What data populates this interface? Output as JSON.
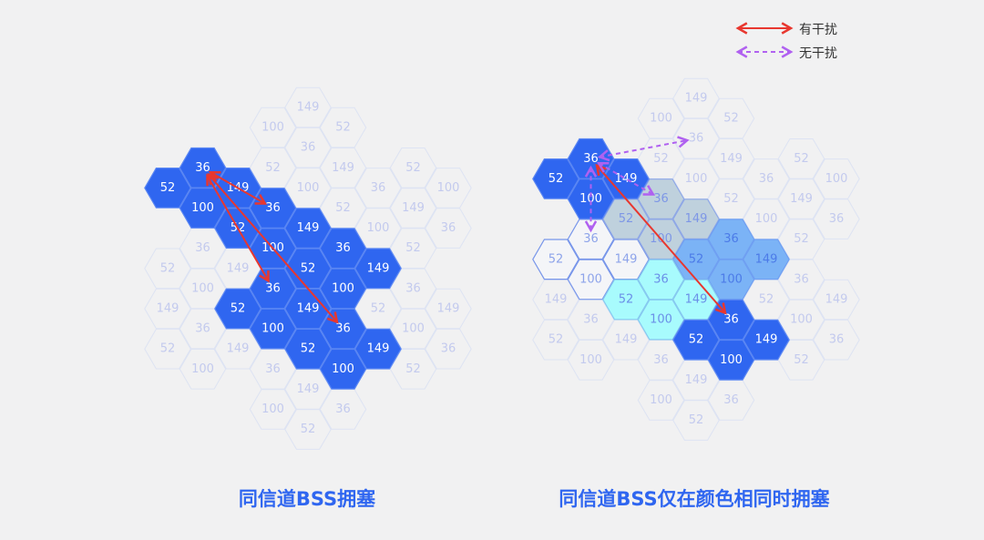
{
  "legend": {
    "interference": {
      "label": "有干扰",
      "color": "#e8372f"
    },
    "no_interference": {
      "label": "无干扰",
      "color": "#b061f0"
    }
  },
  "colors": {
    "b": {
      "fill": "#2f66f0",
      "stroke": "#5a86f3",
      "text": "#ffffff"
    },
    "f": {
      "fill": "none",
      "stroke": "#dde3f3",
      "text": "#c3caee"
    },
    "w": {
      "fill": "#f4f5f8",
      "stroke": "#7896ea",
      "text": "#8ea4ea"
    },
    "g": {
      "fill": "#bfd1dd",
      "stroke": "#8fa8e6",
      "text": "#7e97e6"
    },
    "l": {
      "fill": "#7bb3f6",
      "stroke": "#6f9ff2",
      "text": "#4c7be8"
    },
    "c": {
      "fill": "#a8fbfd",
      "stroke": "#86c9f0",
      "text": "#6b90e8"
    }
  },
  "grid_slots": [
    [
      4,
      8,
      10,
      12
    ],
    [
      3,
      5,
      7,
      9,
      11,
      13
    ],
    [
      4,
      6,
      8,
      10,
      12
    ],
    [
      1,
      3,
      5,
      7,
      9,
      11,
      13,
      15
    ],
    [
      0,
      2,
      4,
      6,
      8,
      10,
      12,
      14,
      16
    ],
    [
      1,
      3,
      5,
      7,
      9,
      11,
      13,
      15
    ],
    [
      4,
      6,
      8,
      10,
      12
    ],
    [
      3,
      5,
      7,
      9,
      11,
      13
    ],
    [
      4,
      6,
      10,
      12
    ]
  ],
  "channels": [
    [
      "52",
      "52",
      "149",
      "52"
    ],
    [
      "36",
      "100",
      "36",
      "100",
      "36",
      "100"
    ],
    [
      "149",
      "52",
      "149",
      "52",
      "149"
    ],
    [
      "100",
      "52",
      "36",
      "100",
      "36",
      "100",
      "36",
      "100"
    ],
    [
      "149",
      "36",
      "100",
      "149",
      "52",
      "149",
      "52",
      "149",
      "52"
    ],
    [
      "52",
      "149",
      "52",
      "36",
      "100",
      "36",
      "100",
      "36"
    ],
    [
      "36",
      "100",
      "149",
      "52",
      "149"
    ],
    [
      "52",
      "149",
      "52",
      "36",
      "100",
      "52"
    ],
    [
      "100",
      "36",
      "149",
      "36"
    ]
  ],
  "panels": [
    {
      "title": "同信道BSS拥塞",
      "states": [
        [
          "b",
          "f",
          "f",
          "f"
        ],
        [
          "b",
          "b",
          "f",
          "f",
          "f",
          "f"
        ],
        [
          "b",
          "b",
          "f",
          "b",
          "f"
        ],
        [
          "f",
          "f",
          "b",
          "b",
          "b",
          "b",
          "f",
          "f"
        ],
        [
          "f",
          "f",
          "f",
          "b",
          "b",
          "b",
          "b",
          "f",
          "f"
        ],
        [
          "f",
          "f",
          "f",
          "b",
          "b",
          "b",
          "b",
          "f"
        ],
        [
          "f",
          "f",
          "b",
          "f",
          "b"
        ],
        [
          "f",
          "f",
          "f",
          "f",
          "f",
          "f"
        ],
        [
          "f",
          "f",
          "f",
          "f"
        ]
      ],
      "arrows": [
        {
          "type": "interference",
          "from": [
            1,
            3
          ],
          "to": [
            3,
            5
          ]
        },
        {
          "type": "interference",
          "from": [
            1,
            3
          ],
          "to": [
            3,
            9
          ]
        },
        {
          "type": "interference",
          "from": [
            1,
            3
          ],
          "to": [
            5,
            11
          ]
        }
      ]
    },
    {
      "title": "同信道BSS仅在颜色相同时拥塞",
      "states": [
        [
          "b",
          "w",
          "f",
          "f"
        ],
        [
          "b",
          "b",
          "w",
          "w",
          "f",
          "f"
        ],
        [
          "b",
          "g",
          "w",
          "c",
          "f"
        ],
        [
          "f",
          "f",
          "g",
          "g",
          "c",
          "c",
          "f",
          "f"
        ],
        [
          "f",
          "f",
          "f",
          "g",
          "l",
          "c",
          "b",
          "f",
          "f"
        ],
        [
          "f",
          "f",
          "f",
          "l",
          "l",
          "b",
          "b",
          "f"
        ],
        [
          "f",
          "f",
          "l",
          "f",
          "b"
        ],
        [
          "f",
          "f",
          "f",
          "f",
          "f",
          "f"
        ],
        [
          "f",
          "f",
          "f",
          "f"
        ]
      ],
      "arrows": [
        {
          "type": "interference",
          "from": [
            1,
            3
          ],
          "to": [
            5,
            11
          ]
        },
        {
          "type": "no_interference",
          "from": [
            1,
            3
          ],
          "to": [
            4,
            2
          ]
        },
        {
          "type": "no_interference",
          "from": [
            1,
            3
          ],
          "to": [
            3,
            5
          ]
        },
        {
          "type": "no_interference",
          "from": [
            1,
            3
          ],
          "to": [
            1,
            7
          ]
        }
      ]
    }
  ]
}
